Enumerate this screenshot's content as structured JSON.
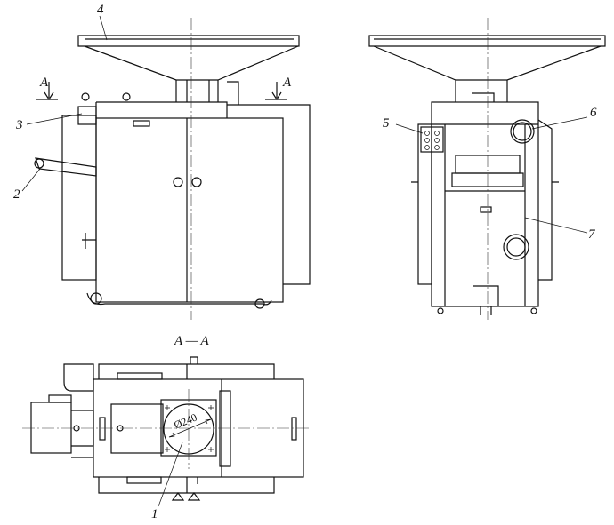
{
  "labels": {
    "part1": "1",
    "part2": "2",
    "part3": "3",
    "part4": "4",
    "part5": "5",
    "part6": "6",
    "part7": "7",
    "section_mark_left": "A",
    "section_mark_right": "A",
    "section_title": "A — A",
    "diameter": "Ø240"
  }
}
